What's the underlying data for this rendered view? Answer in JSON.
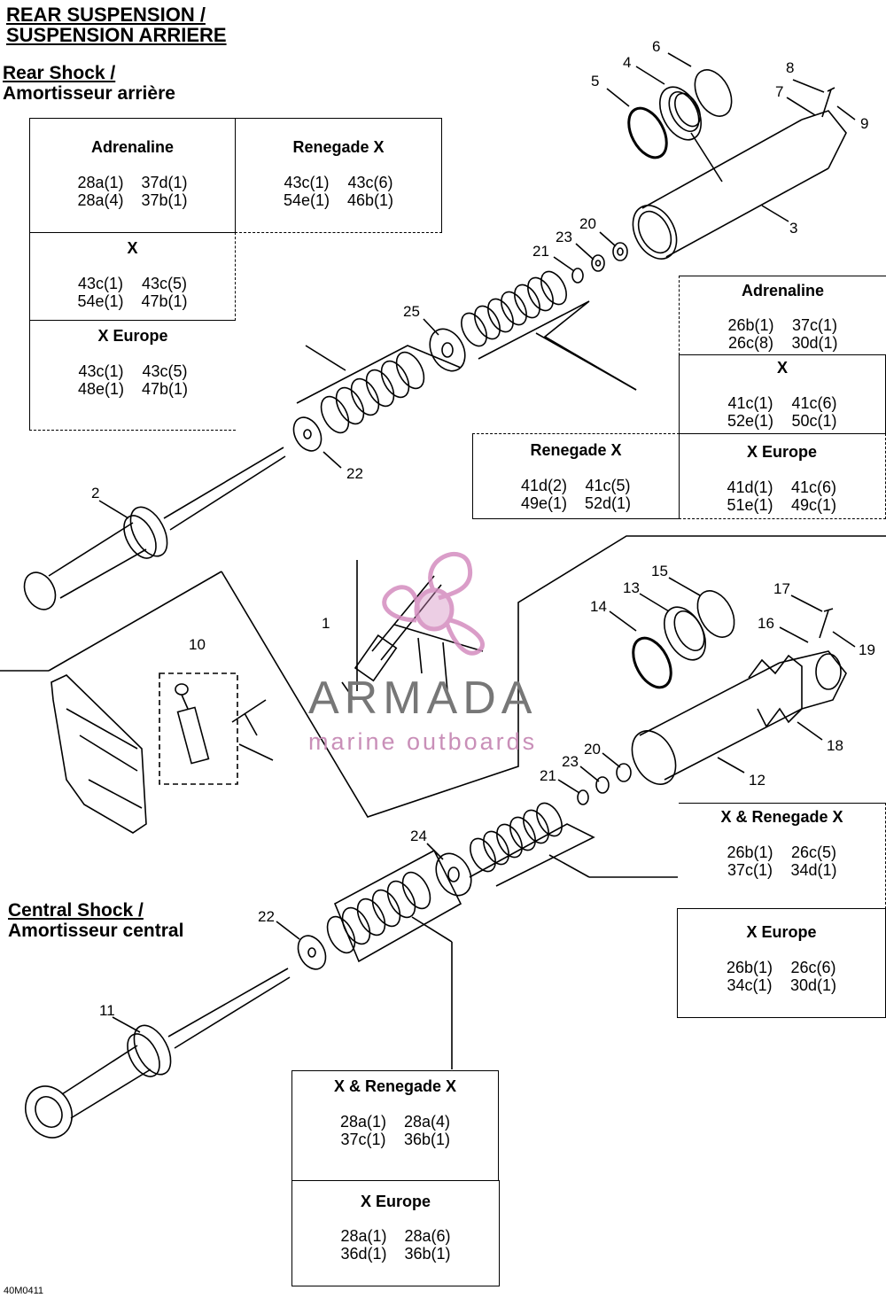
{
  "title": {
    "line1": "REAR SUSPENSION /",
    "line2": "SUSPENSION ARRIERE"
  },
  "sections": {
    "rear_shock": {
      "line1": "Rear Shock /",
      "line2": "Amortisseur arrière"
    },
    "central_shock": {
      "line1": "Central Shock /",
      "line2": "Amortisseur central"
    }
  },
  "spec_boxes": [
    {
      "title": "Adrenaline",
      "rows": [
        [
          "28a(1)",
          "37d(1)"
        ],
        [
          "28a(4)",
          "37b(1)"
        ]
      ]
    },
    {
      "title": "Renegade X",
      "rows": [
        [
          "43c(1)",
          "43c(6)"
        ],
        [
          "54e(1)",
          "46b(1)"
        ]
      ]
    },
    {
      "title": "X",
      "rows": [
        [
          "43c(1)",
          "43c(5)"
        ],
        [
          "54e(1)",
          "47b(1)"
        ]
      ]
    },
    {
      "title": "X Europe",
      "rows": [
        [
          "43c(1)",
          "43c(5)"
        ],
        [
          "48e(1)",
          "47b(1)"
        ]
      ]
    },
    {
      "title": "Adrenaline",
      "rows": [
        [
          "26b(1)",
          "37c(1)"
        ],
        [
          "26c(8)",
          "30d(1)"
        ]
      ]
    },
    {
      "title": "X",
      "rows": [
        [
          "41c(1)",
          "41c(6)"
        ],
        [
          "52e(1)",
          "50c(1)"
        ]
      ]
    },
    {
      "title": "Renegade X",
      "rows": [
        [
          "41d(2)",
          "41c(5)"
        ],
        [
          "49e(1)",
          "52d(1)"
        ]
      ]
    },
    {
      "title": "X Europe",
      "rows": [
        [
          "41d(1)",
          "41c(6)"
        ],
        [
          "51e(1)",
          "49c(1)"
        ]
      ]
    },
    {
      "title": "X & Renegade X",
      "rows": [
        [
          "26b(1)",
          "26c(5)"
        ],
        [
          "37c(1)",
          "34d(1)"
        ]
      ]
    },
    {
      "title": "X Europe",
      "rows": [
        [
          "26b(1)",
          "26c(6)"
        ],
        [
          "34c(1)",
          "30d(1)"
        ]
      ]
    },
    {
      "title": "X & Renegade X",
      "rows": [
        [
          "28a(1)",
          "28a(4)"
        ],
        [
          "37c(1)",
          "36b(1)"
        ]
      ]
    },
    {
      "title": "X Europe",
      "rows": [
        [
          "28a(1)",
          "28a(6)"
        ],
        [
          "36d(1)",
          "36b(1)"
        ]
      ]
    }
  ],
  "callouts": [
    "6",
    "4",
    "8",
    "5",
    "7",
    "9",
    "3",
    "20",
    "23",
    "21",
    "25",
    "22",
    "2",
    "15",
    "13",
    "17",
    "14",
    "16",
    "19",
    "1",
    "10",
    "18",
    "20",
    "23",
    "12",
    "21",
    "24",
    "22",
    "11"
  ],
  "watermark": {
    "brand": "ARMADA",
    "tagline": "marine outboards"
  },
  "reference": "40M0411",
  "colors": {
    "line": "#000000",
    "watermark_pink": "#d48cbf",
    "watermark_gray": "#6e6e6e"
  }
}
